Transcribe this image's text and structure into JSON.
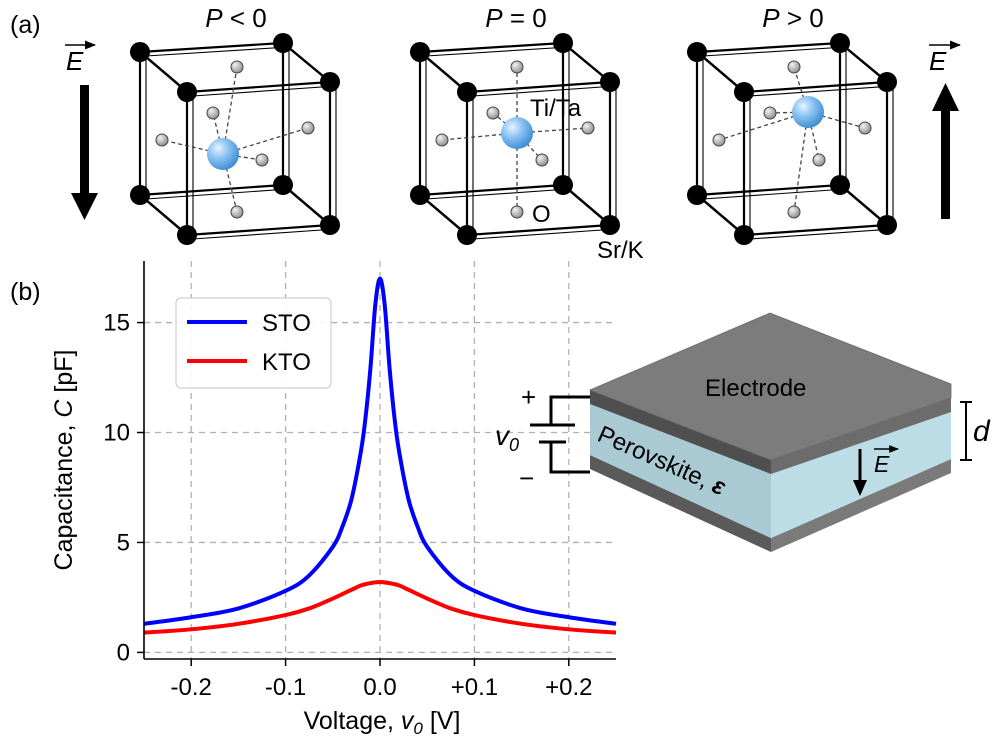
{
  "panel_a": {
    "label": "(a)",
    "cells": [
      {
        "title_var": "P",
        "title_rel": "< 0",
        "center_shift": "left"
      },
      {
        "title_var": "P",
        "title_rel": "= 0",
        "center_shift": "none"
      },
      {
        "title_var": "P",
        "title_rel": "> 0",
        "center_shift": "right"
      }
    ],
    "label_ti": "Ti/Ta",
    "label_o": "O",
    "label_sr": "Sr/K",
    "field_symbol": "E",
    "field_left_direction": "down",
    "field_right_direction": "up"
  },
  "panel_b": {
    "label": "(b)",
    "device": {
      "electrode_label": "Electrode",
      "perovskite_label": "Perovskite, ",
      "epsilon_symbol": "ε",
      "field_symbol": "E",
      "thickness_symbol": "d",
      "voltage_symbol": "v",
      "voltage_subscript": "0",
      "plus_sign": "+",
      "minus_sign": "−"
    }
  },
  "chart_data": {
    "type": "line",
    "xlabel_main": "Voltage, ",
    "xlabel_var": "v",
    "xlabel_sub": "0",
    "xlabel_unit": " [V]",
    "ylabel_main": "Capacitance, ",
    "ylabel_var": "C",
    "ylabel_unit": " [pF]",
    "xlim": [
      -0.25,
      0.25
    ],
    "ylim": [
      -0.3,
      17.8
    ],
    "xticks": [
      {
        "value": -0.2,
        "label": "-0.2"
      },
      {
        "value": -0.1,
        "label": "-0.1"
      },
      {
        "value": 0.0,
        "label": "0.0"
      },
      {
        "value": 0.1,
        "label": "+0.1"
      },
      {
        "value": 0.2,
        "label": "+0.2"
      }
    ],
    "yticks": [
      {
        "value": 0,
        "label": "0"
      },
      {
        "value": 5,
        "label": "5"
      },
      {
        "value": 10,
        "label": "10"
      },
      {
        "value": 15,
        "label": "15"
      }
    ],
    "grid": true,
    "legend_position": "top-left",
    "series": [
      {
        "name": "STO",
        "color": "#0000ff",
        "x": [
          -0.25,
          -0.2,
          -0.15,
          -0.1,
          -0.075,
          -0.05,
          -0.04,
          -0.03,
          -0.02,
          -0.015,
          -0.01,
          -0.005,
          0.0,
          0.005,
          0.01,
          0.015,
          0.02,
          0.03,
          0.04,
          0.05,
          0.075,
          0.1,
          0.15,
          0.2,
          0.25
        ],
        "y": [
          1.3,
          1.6,
          2.0,
          2.8,
          3.5,
          4.8,
          5.7,
          7.0,
          9.2,
          10.8,
          13.0,
          15.8,
          17.0,
          15.8,
          13.0,
          10.8,
          9.2,
          7.0,
          5.7,
          4.8,
          3.5,
          2.8,
          2.0,
          1.6,
          1.3
        ]
      },
      {
        "name": "KTO",
        "color": "#ff0000",
        "x": [
          -0.25,
          -0.2,
          -0.15,
          -0.1,
          -0.075,
          -0.05,
          -0.04,
          -0.03,
          -0.02,
          -0.01,
          0.0,
          0.01,
          0.02,
          0.03,
          0.04,
          0.05,
          0.075,
          0.1,
          0.15,
          0.2,
          0.25
        ],
        "y": [
          0.9,
          1.05,
          1.3,
          1.7,
          2.0,
          2.45,
          2.65,
          2.85,
          3.05,
          3.15,
          3.2,
          3.15,
          3.05,
          2.85,
          2.65,
          2.45,
          2.0,
          1.7,
          1.3,
          1.05,
          0.9
        ]
      }
    ]
  }
}
